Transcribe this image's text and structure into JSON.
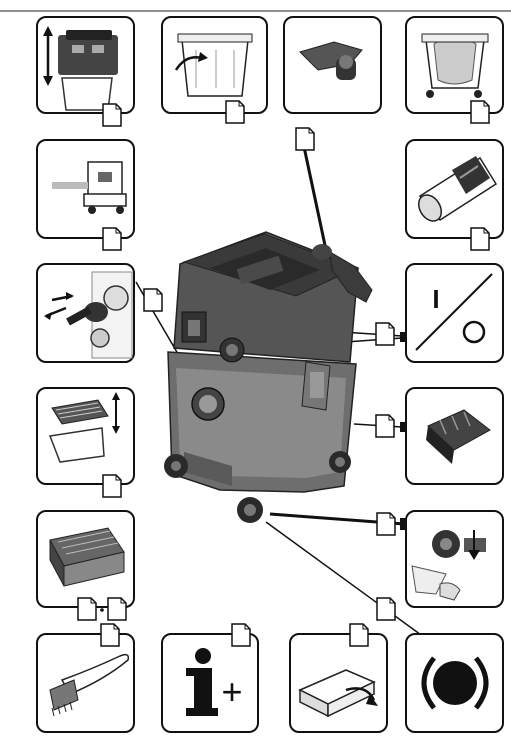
{
  "power_switch": {
    "on_symbol": "I",
    "off_symbol": "O"
  },
  "manual_icon": {
    "letter": "i",
    "plus": "+"
  },
  "page_ref_count": 17,
  "colors": {
    "line": "#111111",
    "machine_body": "#5e5e5e",
    "machine_dark": "#2f2f2f",
    "machine_light": "#8a8a8a",
    "panel_bg": "#ffffff"
  },
  "icons": [
    "lid-latch-icon",
    "container-icon",
    "hose-holder-icon",
    "filter-bag-icon",
    "blower-icon",
    "hose-connector-icon",
    "suction-hose-icon",
    "power-switch-icon",
    "flat-filter-icon",
    "accessory-holder-icon",
    "filter-cartridge-icon",
    "castor-icon",
    "brush-icon",
    "manual-icon",
    "storage-box-icon",
    "bumper-icon"
  ]
}
